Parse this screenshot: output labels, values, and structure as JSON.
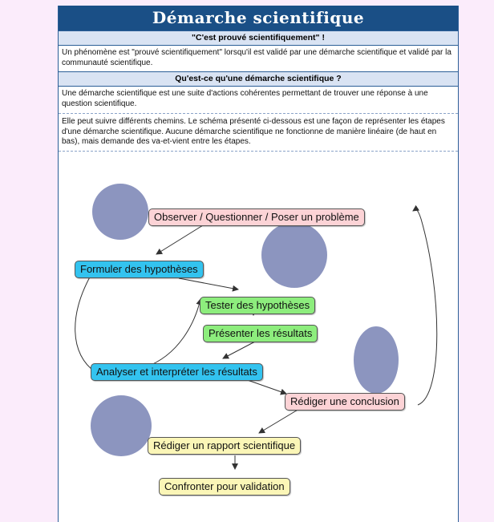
{
  "title": "Démarche scientifique",
  "section1": {
    "heading": "\"C'est prouvé scientifiquement\" !",
    "text": "Un phénomène est \"prouvé scientifiquement\" lorsqu'il est validé par une démarche scientifique et validé par la communauté scientifique."
  },
  "section2": {
    "heading": "Qu'est-ce qu'une démarche scientifique ?",
    "p1": "Une démarche scientifique est une suite d'actions cohérentes permettant de trouver une réponse à une question scientifique.",
    "p2": "Elle peut suivre différents chemins. Le schéma présenté ci-dessous est une façon de représenter les étapes d'une démarche scientifique. Aucune démarche scientifique ne fonctionne de manière linéaire (de haut en bas), mais demande des va-et-vient entre les étapes."
  },
  "diagram": {
    "steps": {
      "observer": "Observer / Questionner / Poser un problème",
      "hypotheses": "Formuler des hypothèses",
      "tester": "Tester des hypothèses",
      "presenter": "Présenter les résultats",
      "analyser": "Analyser et interpréter les résultats",
      "conclusion": "Rédiger une conclusion",
      "rapport": "Rédiger un rapport scientifique",
      "confronter": "Confronter pour validation"
    },
    "colors": {
      "observe": "#fcd3d6",
      "formulate": "#33c3ef",
      "test": "#8ded7d",
      "report": "#fbf6b7"
    }
  }
}
